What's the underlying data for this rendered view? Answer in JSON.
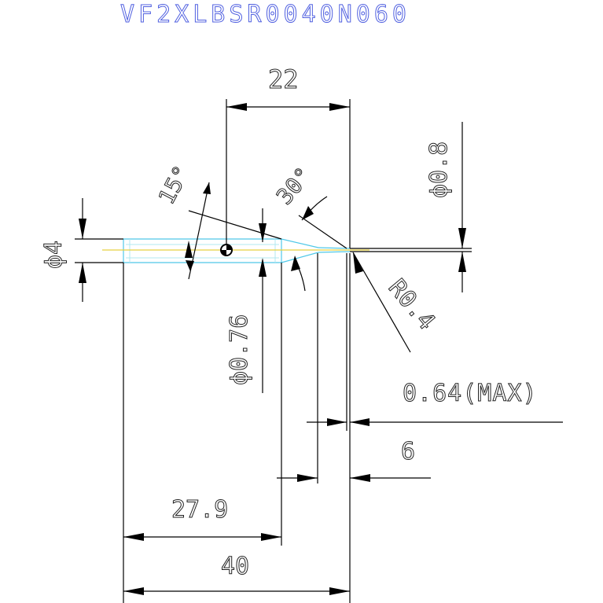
{
  "drawing": {
    "title": "VF2XLBSR0040N060",
    "dimensions": {
      "overall_length": "40",
      "flute_length": "27.9",
      "ball_offset": "22",
      "neck_length": "6",
      "shank_diameter": "ϕ4",
      "neck_diameter": "ϕ0.76",
      "tip_diameter": "ϕ0.8",
      "ball_radius": "R0.4",
      "max_length": "0.64(MAX)",
      "angle_15": "15°",
      "angle_30": "30°"
    },
    "colors": {
      "title": "#5060e0",
      "text": "#222222",
      "lines": "#000000",
      "tool_outline": "#4fc8e8",
      "center_line": "#e8d040"
    }
  }
}
